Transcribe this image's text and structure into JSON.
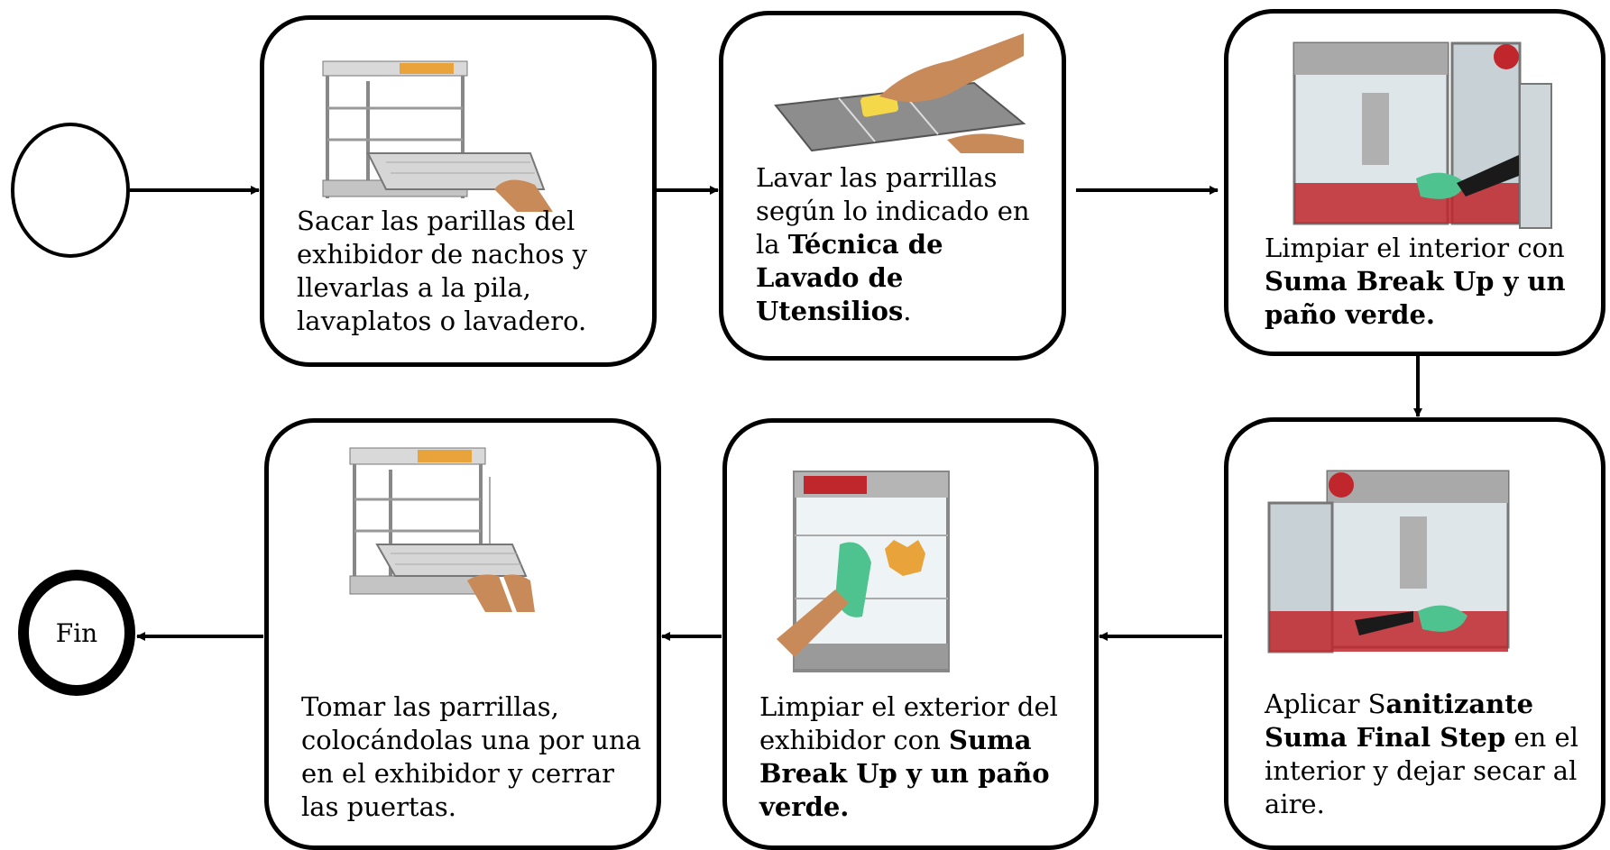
{
  "end_label": "Fin",
  "steps": [
    {
      "pre": "Sacar las parillas del exhibidor de nachos y llevarlas a la pila, lavaplatos o lavadero.",
      "bold": "",
      "post": "",
      "image": "nacho-display-rack-removal"
    },
    {
      "pre": "Lavar las parrillas según lo indicado en la ",
      "bold": "Técnica de Lavado de Utensilios",
      "post": ".",
      "image": "washing-grill-with-sponge"
    },
    {
      "pre": "Limpiar el interior con ",
      "bold": "Suma Break Up y un paño verde.",
      "post": "",
      "image": "cleaning-popcorn-machine-interior"
    },
    {
      "pre": "Aplicar S",
      "bold": "anitizante Suma Final Step",
      "post": " en el interior y dejar secar al aire.",
      "image": "sanitizing-popcorn-machine-interior"
    },
    {
      "pre": "Limpiar el exterior del exhibidor con ",
      "bold": "Suma Break Up y  un paño verde.",
      "post": "",
      "image": "cleaning-display-exterior"
    },
    {
      "pre": "Tomar las parrillas, colocándolas una por una en el exhibidor   y cerrar las puertas.",
      "bold": "",
      "post": "",
      "image": "nacho-display-rack-insertion"
    }
  ],
  "colors": {
    "line": "#000000",
    "steel": "#b8b8b8",
    "cloth": "#4fc38f",
    "skin": "#c98a5a",
    "red": "#c0272d",
    "sign": "#e8a43a"
  }
}
